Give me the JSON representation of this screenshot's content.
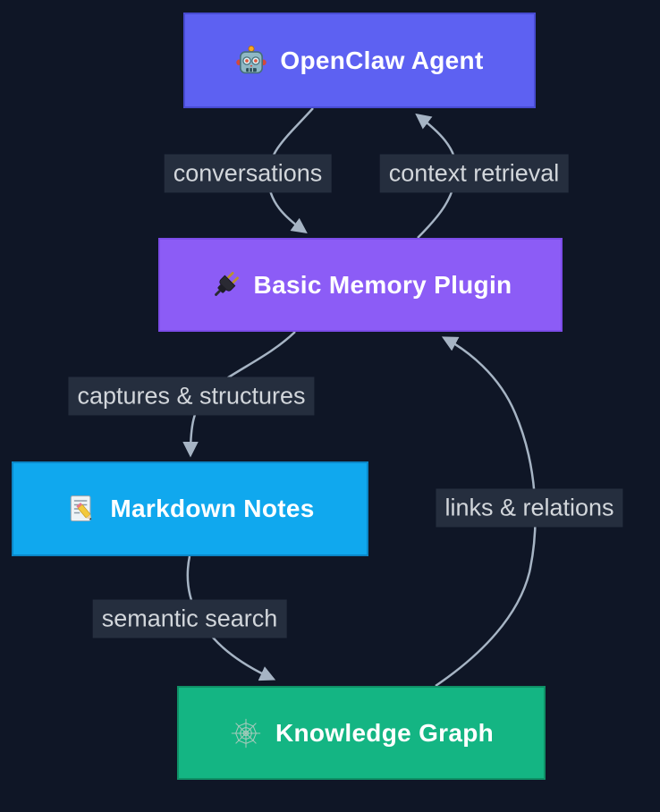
{
  "diagram": {
    "type": "flowchart",
    "background": "#0f1626",
    "nodes": [
      {
        "id": "openclaw-agent",
        "label": "OpenClaw Agent",
        "icon": "robot-icon",
        "fill": "#5d61f2",
        "border": "#474bd0",
        "text_color": "#ffffff"
      },
      {
        "id": "basic-memory-plugin",
        "label": "Basic Memory Plugin",
        "icon": "plug-icon",
        "fill": "#8c5cf6",
        "border": "#7c4ce8",
        "text_color": "#ffffff"
      },
      {
        "id": "markdown-notes",
        "label": "Markdown Notes",
        "icon": "memo-icon",
        "fill": "#10a8ee",
        "border": "#0b86c6",
        "text_color": "#ffffff"
      },
      {
        "id": "knowledge-graph",
        "label": "Knowledge Graph",
        "icon": "web-icon",
        "fill": "#14b583",
        "border": "#0f9066",
        "text_color": "#ffffff"
      }
    ],
    "edges": [
      {
        "from": "openclaw-agent",
        "to": "basic-memory-plugin",
        "label": "conversations"
      },
      {
        "from": "basic-memory-plugin",
        "to": "openclaw-agent",
        "label": "context retrieval"
      },
      {
        "from": "basic-memory-plugin",
        "to": "markdown-notes",
        "label": "captures & structures"
      },
      {
        "from": "markdown-notes",
        "to": "knowledge-graph",
        "label": "links & relations"
      },
      {
        "from": "knowledge-graph",
        "to": "basic-memory-plugin",
        "label": "semantic search"
      }
    ],
    "edge_style": {
      "stroke": "#a6b4c4",
      "label_bg": "#252e3e",
      "label_text": "#d2d6db"
    }
  }
}
